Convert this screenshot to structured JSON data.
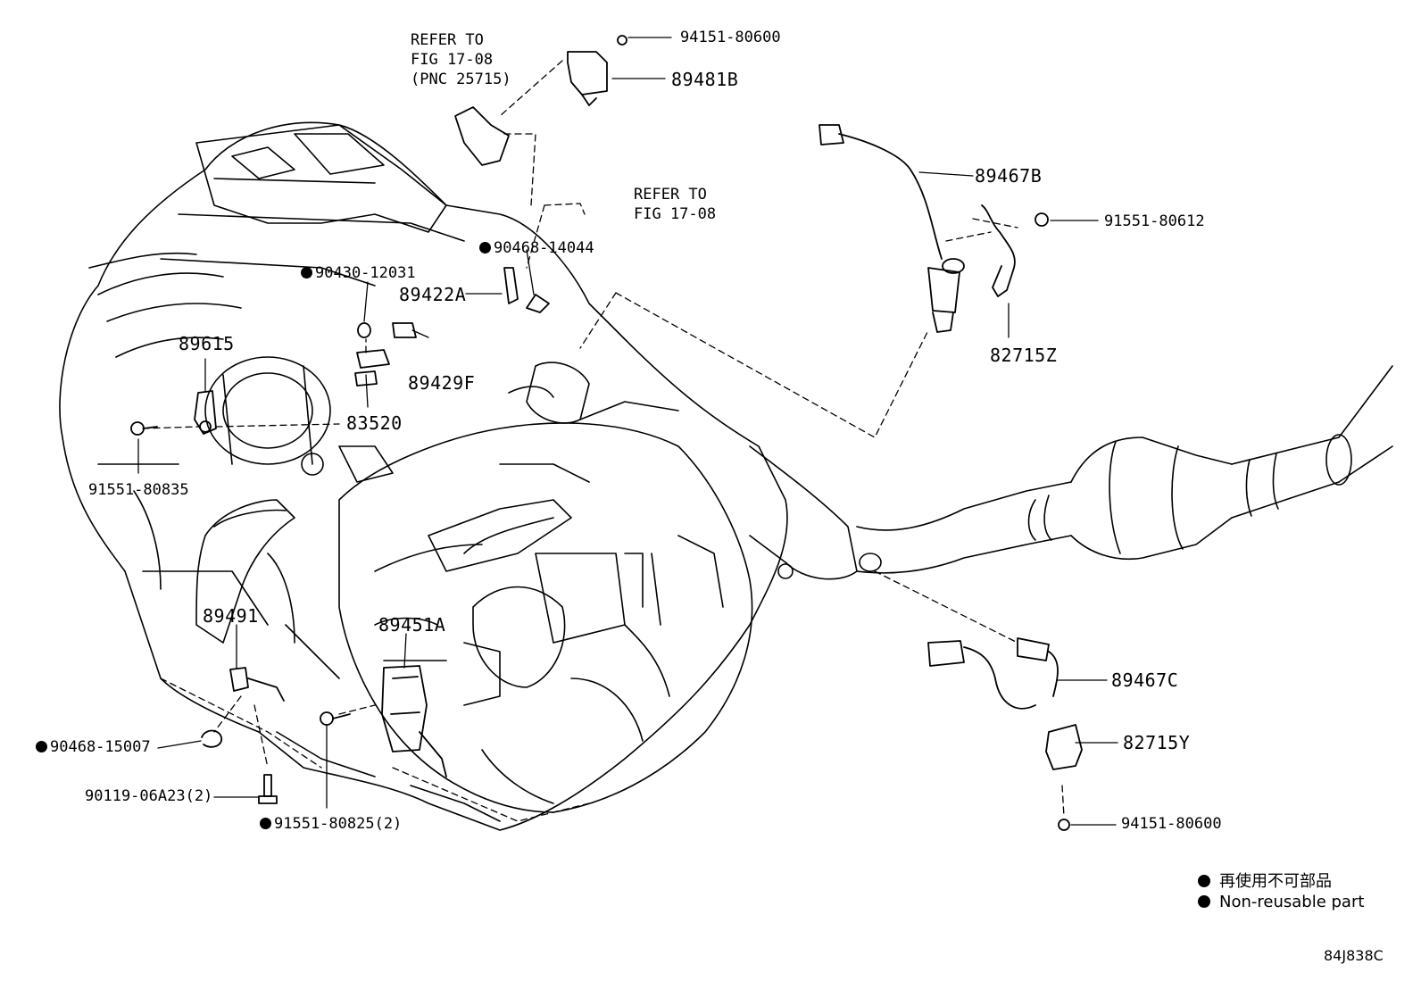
{
  "labels": {
    "p94151_top": "94151-80600",
    "p89481B": "89481B",
    "refer1": "REFER TO\nFIG 17-08\n(PNC 25715)",
    "refer2": "REFER TO\nFIG 17-08",
    "p89467B": "89467B",
    "p91551_80612": "91551-80612",
    "p82715Z": "82715Z",
    "p90468_14044": "90468-14044",
    "p90430_12031": "90430-12031",
    "p89422A": "89422A",
    "p89615": "89615",
    "p89429F": "89429F",
    "p83520": "83520",
    "p91551_80835": "91551-80835",
    "p89491": "89491",
    "p89451A": "89451A",
    "p90468_15007": "90468-15007",
    "p90119": "90119-06A23(2)",
    "p91551_80825": "91551-80825(2)",
    "p89467C": "89467C",
    "p82715Y": "82715Y",
    "p94151_bottom": "94151-80600"
  },
  "legend": {
    "jp": "再使用不可部品",
    "en": "Non-reusable part"
  },
  "diagram_code": "84J838C",
  "colors": {
    "ink": "#000000",
    "background": "#ffffff"
  }
}
